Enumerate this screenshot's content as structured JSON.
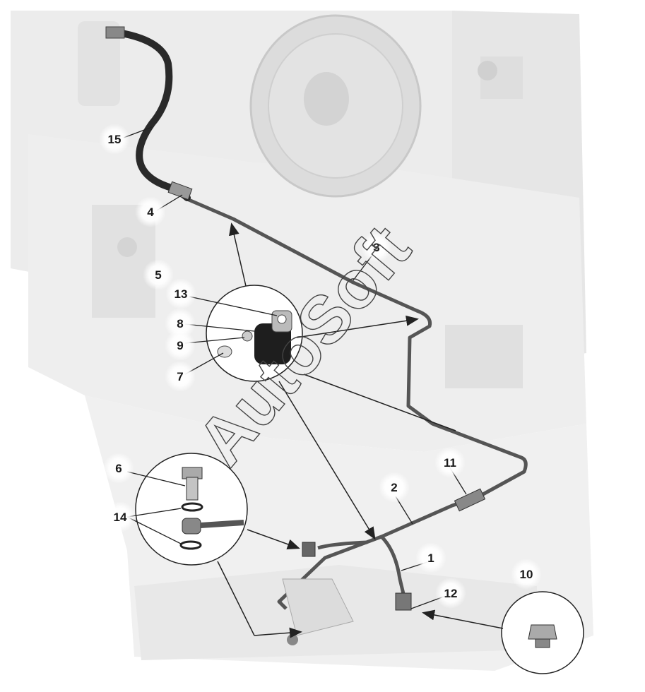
{
  "watermark": "AutoSoft",
  "callouts": [
    {
      "id": "callout-15",
      "label": "15"
    },
    {
      "id": "callout-4",
      "label": "4"
    },
    {
      "id": "callout-3",
      "label": "3"
    },
    {
      "id": "callout-5",
      "label": "5"
    },
    {
      "id": "callout-13",
      "label": "13"
    },
    {
      "id": "callout-8",
      "label": "8"
    },
    {
      "id": "callout-9",
      "label": "9"
    },
    {
      "id": "callout-7",
      "label": "7"
    },
    {
      "id": "callout-11",
      "label": "11"
    },
    {
      "id": "callout-6",
      "label": "6"
    },
    {
      "id": "callout-2",
      "label": "2"
    },
    {
      "id": "callout-14",
      "label": "14"
    },
    {
      "id": "callout-1",
      "label": "1"
    },
    {
      "id": "callout-10",
      "label": "10"
    },
    {
      "id": "callout-12",
      "label": "12"
    }
  ],
  "colors": {
    "background_machine": "#e9e9e9",
    "machine_shadow": "#d6d6d6",
    "pipe": "#555555",
    "hose": "#2a2a2a",
    "leader": "#222222"
  }
}
